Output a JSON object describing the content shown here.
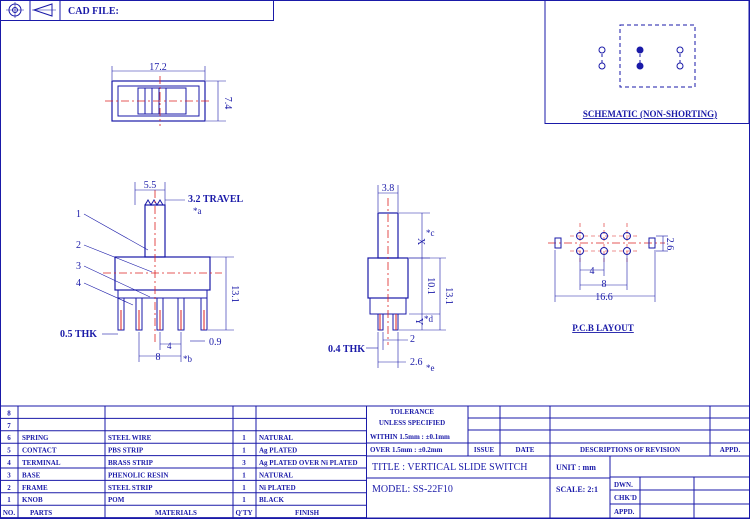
{
  "header": {
    "cad_file_label": "CAD FILE:"
  },
  "schematic": {
    "label": "SCHEMATIC (NON-SHORTING)"
  },
  "top_view": {
    "width_dim": "17.2",
    "height_dim": "7.4"
  },
  "front_view": {
    "dim_knob": "5.5",
    "travel": "3.2 TRAVEL",
    "travel_note": "*a",
    "height": "13.1",
    "thickness": "0.5 THK",
    "pitch": "8",
    "pin_pitch": "4",
    "pin_note": "*b",
    "pin_w": "0.9",
    "callouts": [
      "1",
      "2",
      "3",
      "4"
    ]
  },
  "side_view": {
    "width": "3.8",
    "x_label": "X",
    "x_note": "*c",
    "body_h": "10.1",
    "total_h": "13.1",
    "y_label": "Y",
    "y_note": "*d",
    "thickness": "0.4 THK",
    "pin_w": "2",
    "spacing": "2.6",
    "spacing_note": "*e"
  },
  "pcb": {
    "label": "P.C.B LAYOUT",
    "dim_4": "4",
    "dim_8": "8",
    "dim_16": "16.6",
    "dim_26": "2.6"
  },
  "bom": {
    "rows": [
      {
        "no": "8",
        "part": "",
        "material": "",
        "qty": "",
        "finish": ""
      },
      {
        "no": "7",
        "part": "",
        "material": "",
        "qty": "",
        "finish": ""
      },
      {
        "no": "6",
        "part": "SPRING",
        "material": "STEEL WIRE",
        "qty": "1",
        "finish": "NATURAL"
      },
      {
        "no": "5",
        "part": "CONTACT",
        "material": "PBS STRIP",
        "qty": "1",
        "finish": "Ag PLATED"
      },
      {
        "no": "4",
        "part": "TERMINAL",
        "material": "BRASS STRIP",
        "qty": "3",
        "finish": "Ag PLATED OVER Ni PLATED"
      },
      {
        "no": "3",
        "part": "BASE",
        "material": "PHENOLIC RESIN",
        "qty": "1",
        "finish": "NATURAL"
      },
      {
        "no": "2",
        "part": "FRAME",
        "material": "STEEL STRIP",
        "qty": "1",
        "finish": "Ni PLATED"
      },
      {
        "no": "1",
        "part": "KNOB",
        "material": "POM",
        "qty": "1",
        "finish": "BLACK"
      }
    ],
    "headers": {
      "no": "NO.",
      "part": "PARTS",
      "material": "MATERIALS",
      "qty": "Q'TY",
      "finish": "FINISH"
    }
  },
  "tolerance": {
    "title": "TOLERANCE",
    "subtitle": "UNLESS   SPECIFIED",
    "line1": "WITHIN 1.5mm : ±0.1mm",
    "line2": "OVER 1.5mm : ±0.2mm"
  },
  "revision": {
    "issue": "ISSUE",
    "date": "DATE",
    "desc": "DESCRIPTIONS OF REVISION",
    "appd": "APPD."
  },
  "title_block": {
    "title": "TITLE :  VERTICAL SLIDE SWITCH",
    "unit": "UNIT :   mm",
    "model": "MODEL:   SS-22F10",
    "scale": "SCALE:   2:1",
    "dwn": "DWN.",
    "chkd": "CHK'D",
    "appd": "APPD."
  }
}
